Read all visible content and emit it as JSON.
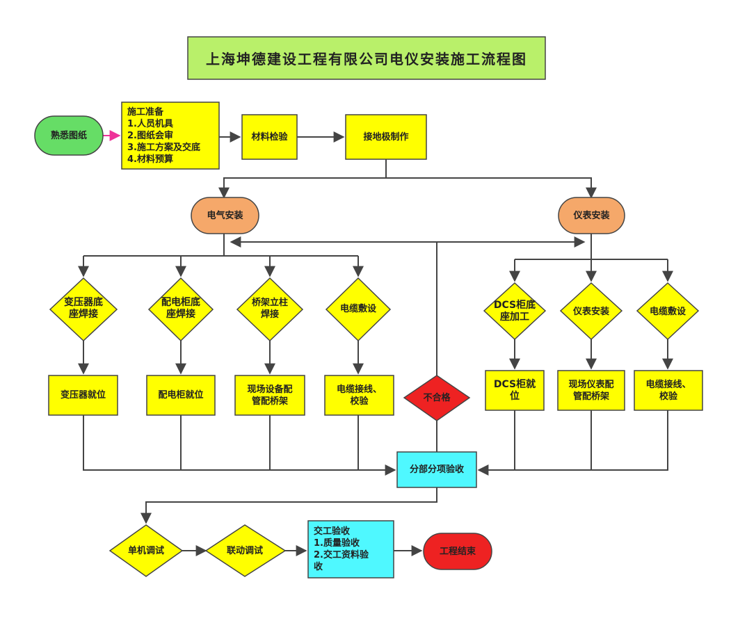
{
  "title": "上海坤德建设工程有限公司电仪安装施工流程图",
  "colors": {
    "title_bg": "#b9f06a",
    "yellow": "#ffff00",
    "green": "#66dd66",
    "orange": "#f5a86a",
    "cyan": "#4ff8ff",
    "red": "#ee2222",
    "line": "#444444",
    "pink_arrow": "#ee3399"
  },
  "nodes": {
    "familiar_drawings": "熟悉图纸",
    "construction_prep": "施工准备\n1.人员机具\n2.图纸会审\n3.施工方案及交底\n4.材料预算",
    "material_check": "材料检验",
    "grounding_fabrication": "接地极制作",
    "electrical_install": "电气安装",
    "instrument_install": "仪表安装",
    "transformer_base_weld": "变压器底\n座焊接",
    "switchgear_base_weld": "配电柜底\n座焊接",
    "tray_post_weld": "桥架立柱\n焊接",
    "cable_laying_elec": "电缆敷设",
    "dcs_base_process": "DCS柜底\n座加工",
    "instrument_install_d": "仪表安装",
    "cable_laying_inst": "电缆敷设",
    "transformer_position": "变压器就位",
    "switchgear_position": "配电柜就位",
    "field_piping_tray": "现场设备配\n管配桥架",
    "cable_wiring_calib_elec": "电缆接线、\n校验",
    "unqualified": "不合格",
    "dcs_position": "DCS柜就\n位",
    "field_inst_piping_tray": "现场仪表配\n管配桥架",
    "cable_wiring_calib_inst": "电缆接线、\n校验",
    "sub_item_acceptance": "分部分项验收",
    "single_debug": "单机调试",
    "joint_debug": "联动调试",
    "handover": "交工验收\n1.质量验收\n2.交工资料验\n收",
    "project_end": "工程结束"
  },
  "edges": [
    [
      "familiar_drawings",
      "construction_prep"
    ],
    [
      "construction_prep",
      "material_check"
    ],
    [
      "material_check",
      "grounding_fabrication"
    ],
    [
      "grounding_fabrication",
      "electrical_install"
    ],
    [
      "grounding_fabrication",
      "instrument_install"
    ],
    [
      "electrical_install",
      "transformer_base_weld"
    ],
    [
      "electrical_install",
      "switchgear_base_weld"
    ],
    [
      "electrical_install",
      "tray_post_weld"
    ],
    [
      "electrical_install",
      "cable_laying_elec"
    ],
    [
      "instrument_install",
      "dcs_base_process"
    ],
    [
      "instrument_install",
      "instrument_install_d"
    ],
    [
      "instrument_install",
      "cable_laying_inst"
    ],
    [
      "transformer_base_weld",
      "transformer_position"
    ],
    [
      "switchgear_base_weld",
      "switchgear_position"
    ],
    [
      "tray_post_weld",
      "field_piping_tray"
    ],
    [
      "cable_laying_elec",
      "cable_wiring_calib_elec"
    ],
    [
      "dcs_base_process",
      "dcs_position"
    ],
    [
      "instrument_install_d",
      "field_inst_piping_tray"
    ],
    [
      "cable_laying_inst",
      "cable_wiring_calib_inst"
    ],
    [
      "transformer_position",
      "sub_item_acceptance"
    ],
    [
      "switchgear_position",
      "sub_item_acceptance"
    ],
    [
      "field_piping_tray",
      "sub_item_acceptance"
    ],
    [
      "cable_wiring_calib_elec",
      "sub_item_acceptance"
    ],
    [
      "dcs_position",
      "sub_item_acceptance"
    ],
    [
      "field_inst_piping_tray",
      "sub_item_acceptance"
    ],
    [
      "cable_wiring_calib_inst",
      "sub_item_acceptance"
    ],
    [
      "sub_item_acceptance",
      "unqualified"
    ],
    [
      "unqualified",
      "electrical_install"
    ],
    [
      "unqualified",
      "instrument_install"
    ],
    [
      "sub_item_acceptance",
      "single_debug"
    ],
    [
      "single_debug",
      "joint_debug"
    ],
    [
      "joint_debug",
      "handover"
    ],
    [
      "handover",
      "project_end"
    ]
  ]
}
